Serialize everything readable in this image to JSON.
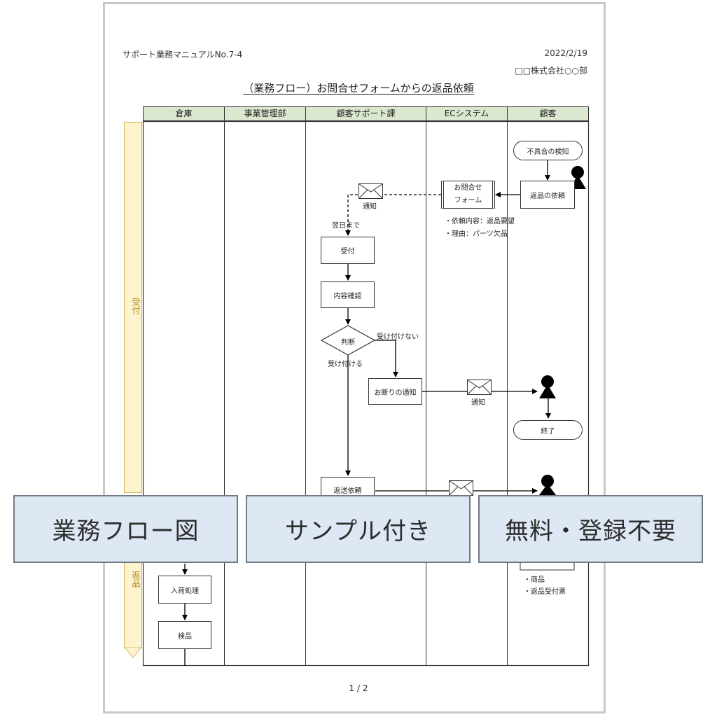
{
  "document": {
    "header_left": "サポート業務マニュアルNo.7-4",
    "date": "2022/2/19",
    "company": "□□株式会社○○部",
    "title": "（業務フロー）お問合せフォームからの返品依頼",
    "page": "1 / 2"
  },
  "lanes": [
    "倉庫",
    "事業管理部",
    "顧客サポート課",
    "ECシステム",
    "顧客"
  ],
  "phases": [
    "受付",
    "返品"
  ],
  "nodes": {
    "defect_detect": "不具合の検知",
    "return_request": "返品の依頼",
    "inquiry_form_line1": "お問合せ",
    "inquiry_form_line2": "フォーム",
    "reception": "受付",
    "content_check": "内容確認",
    "decision": "判断",
    "refusal_notice": "お断りの通知",
    "end": "終了",
    "return_send_request": "返送依頼",
    "arrival_processing": "入荷処理",
    "inspection": "検品"
  },
  "labels": {
    "notify_1": "通知",
    "next_day": "翌日まで",
    "form_detail_1": "・依頼内容：返品要望",
    "form_detail_2": "・理由：パーツ欠品",
    "not_accept": "受け付けない",
    "accept": "受け付ける",
    "notify_2": "通知",
    "item_1": "・商品",
    "item_2": "・返品受付票"
  },
  "banners": [
    "業務フロー図",
    "サンプル付き",
    "無料・登録不要"
  ],
  "colors": {
    "lane_header": "#dbe8cf",
    "phase_fill": "#fdf3cc",
    "phase_text": "#b08a25",
    "banner_fill": "#dde8f4",
    "banner_border": "#6f7a86"
  }
}
